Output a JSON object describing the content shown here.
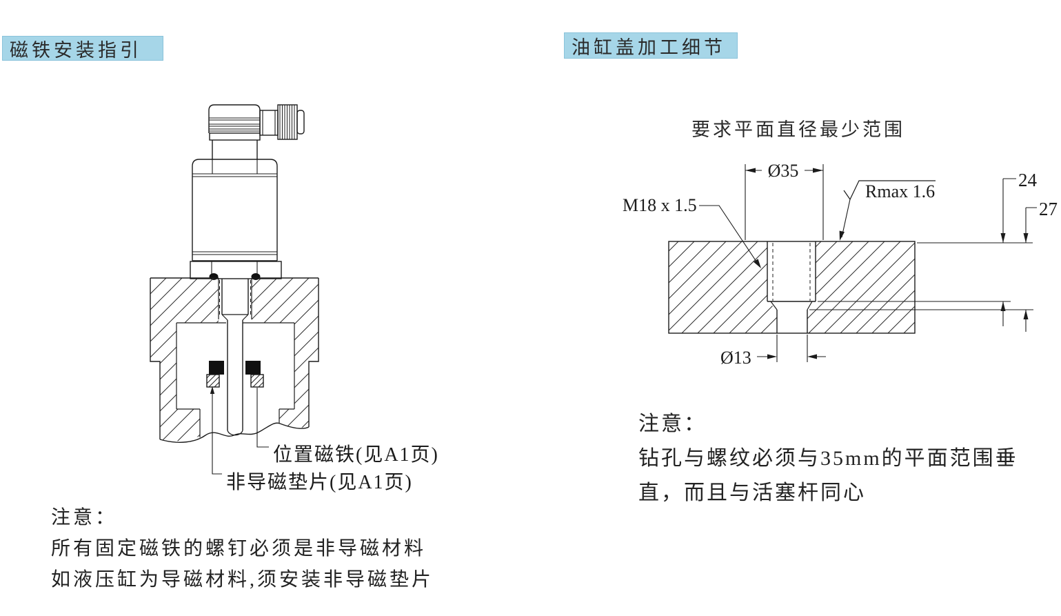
{
  "colors": {
    "highlight": "#a6d6e8",
    "highlight_border": "#8ac3da",
    "ink": "#1b1b1b"
  },
  "left": {
    "header": "磁铁安装指引",
    "label_magnet": "位置磁铁(见A1页)",
    "label_washer": "非导磁垫片(见A1页)",
    "note_title": "注意：",
    "note_line1": "所有固定磁铁的螺钉必须是非导磁材料",
    "note_line2": "如液压缸为导磁材料,须安装非导磁垫片"
  },
  "right": {
    "header": "油缸盖加工细节",
    "subtitle": "要求平面直径最少范围",
    "dim_thread": "M18 x 1.5",
    "dim_surface": "Ø35",
    "dim_roughness": "Rmax 1.6",
    "dim_depth_thread": "24",
    "dim_depth_point": "27",
    "dim_drill": "Ø13",
    "note_title": "注意：",
    "note_line1": "钻孔与螺纹必须与35mm的平面范围垂",
    "note_line2": "直，而且与活塞杆同心"
  }
}
